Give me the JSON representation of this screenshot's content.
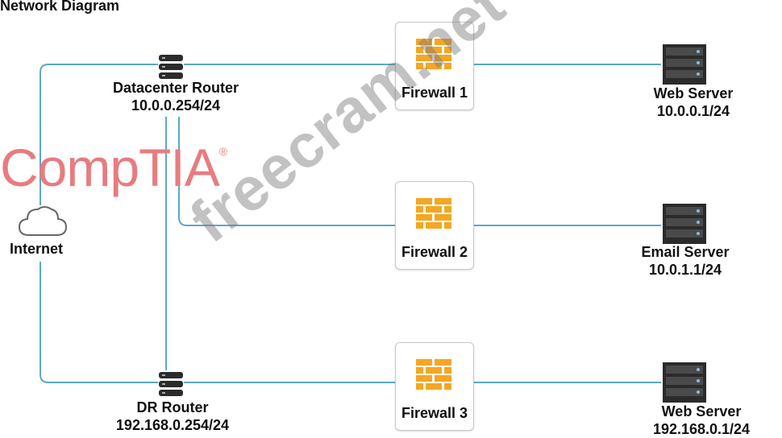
{
  "title": "Network Diagram",
  "colors": {
    "link": "#5aa9c8",
    "firewall": "#f5a623",
    "device": "#2b2b2b",
    "logo": "#e77c7f"
  },
  "nodes": {
    "internet": {
      "label": "Internet",
      "icon": "cloud-icon"
    },
    "datacenter_router": {
      "label": "Datacenter Router",
      "ip": "10.0.0.254/24",
      "icon": "router-icon"
    },
    "dr_router": {
      "label": "DR Router",
      "ip": "192.168.0.254/24",
      "icon": "router-icon"
    },
    "firewall1": {
      "label": "Firewall 1",
      "icon": "firewall-icon"
    },
    "firewall2": {
      "label": "Firewall 2",
      "icon": "firewall-icon"
    },
    "firewall3": {
      "label": "Firewall 3",
      "icon": "firewall-icon"
    },
    "web_server1": {
      "label": "Web Server",
      "ip": "10.0.0.1/24",
      "icon": "server-icon"
    },
    "email_server": {
      "label": "Email Server",
      "ip": "10.0.1.1/24",
      "icon": "server-icon"
    },
    "web_server2": {
      "label": "Web Server",
      "ip": "192.168.0.1/24",
      "icon": "server-icon"
    }
  },
  "watermarks": {
    "logo": "CompTIA",
    "site": "freecram.net"
  }
}
